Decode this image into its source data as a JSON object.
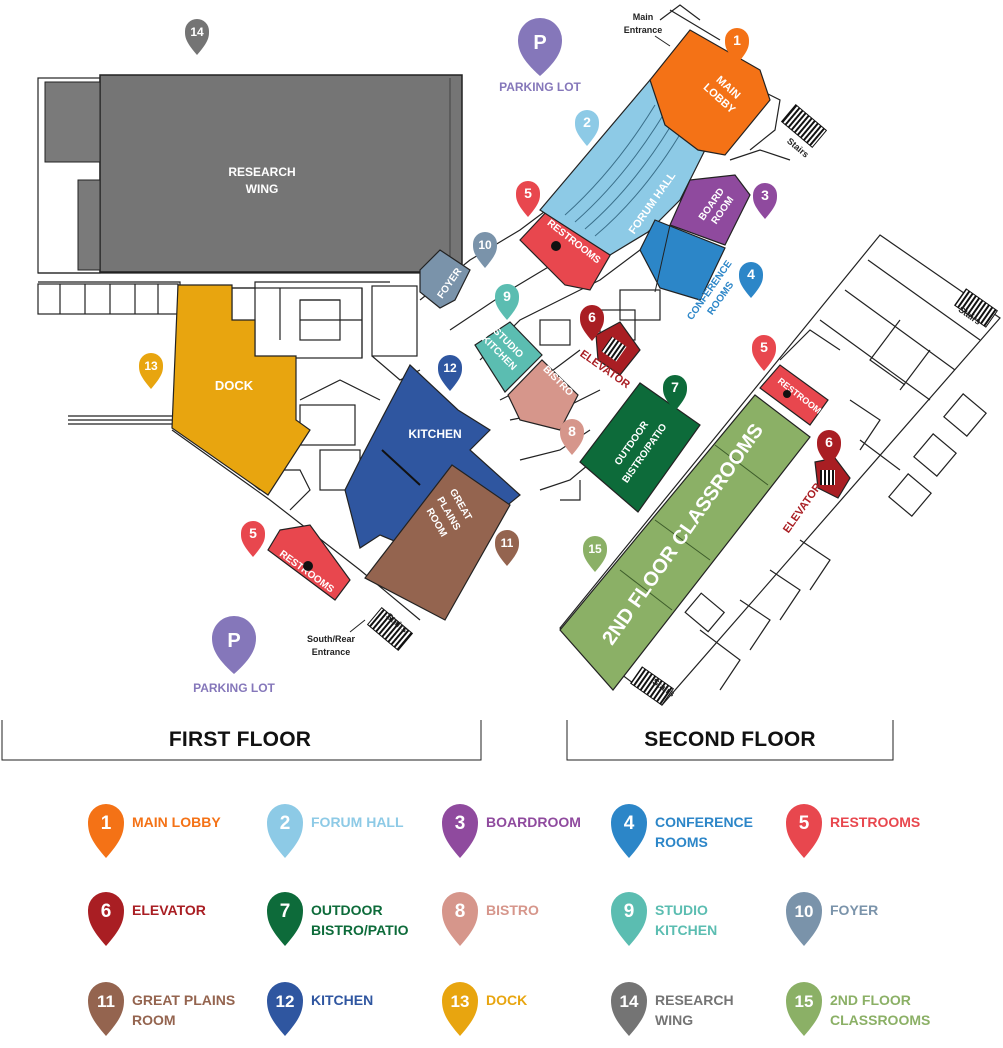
{
  "floors": {
    "first": "FIRST FLOOR",
    "second": "SECOND FLOOR"
  },
  "map_labels": {
    "research_wing_1": "RESEARCH",
    "research_wing_2": "WING",
    "dock": "DOCK",
    "kitchen": "KITCHEN",
    "great_plains_1": "GREAT",
    "great_plains_2": "PLAINS",
    "great_plains_3": "ROOM",
    "main_lobby_1": "MAIN",
    "main_lobby_2": "LOBBY",
    "forum_hall": "FORUM HALL",
    "board_room_1": "BOARD",
    "board_room_2": "ROOM",
    "conference_rooms_1": "CONFERENCE",
    "conference_rooms_2": "ROOMS",
    "restrooms": "RESTROOMS",
    "foyer": "FOYER",
    "studio_kitchen_1": "STUDIO",
    "studio_kitchen_2": "KITCHEN",
    "bistro": "BISTRO",
    "elevator": "ELEVATOR",
    "outdoor_patio_1": "OUTDOOR",
    "outdoor_patio_2": "BISTRO/PATIO",
    "second_floor_classrooms": "2ND FLOOR CLASSROOMS",
    "parking_lot": "PARKING LOT",
    "parking_symbol": "P",
    "main_entrance_1": "Main",
    "main_entrance_2": "Entrance",
    "south_entrance_1": "South/Rear",
    "south_entrance_2": "Entrance",
    "stairs": "Stairs"
  },
  "legend": [
    {
      "num": "1",
      "label": "MAIN LOBBY",
      "color": "#F47216"
    },
    {
      "num": "2",
      "label": "FORUM HALL",
      "color": "#8DCAE6"
    },
    {
      "num": "3",
      "label": "BOARDROOM",
      "color": "#8F4A9E"
    },
    {
      "num": "4",
      "label": "CONFERENCE\nROOMS",
      "color": "#2C86C8"
    },
    {
      "num": "5",
      "label": "RESTROOMS",
      "color": "#E8474E"
    },
    {
      "num": "6",
      "label": "ELEVATOR",
      "color": "#A91E23"
    },
    {
      "num": "7",
      "label": "OUTDOOR\nBISTRO/PATIO",
      "color": "#0D6B3A"
    },
    {
      "num": "8",
      "label": "BISTRO",
      "color": "#D6968B"
    },
    {
      "num": "9",
      "label": "STUDIO\nKITCHEN",
      "color": "#5BBDB1"
    },
    {
      "num": "10",
      "label": "FOYER",
      "color": "#7A93AA"
    },
    {
      "num": "11",
      "label": "GREAT PLAINS\nROOM",
      "color": "#94644F"
    },
    {
      "num": "12",
      "label": "KITCHEN",
      "color": "#2F56A0"
    },
    {
      "num": "13",
      "label": "DOCK",
      "color": "#E8A50F"
    },
    {
      "num": "14",
      "label": "RESEARCH\nWING",
      "color": "#747474"
    },
    {
      "num": "15",
      "label": "2ND FLOOR\nCLASSROOMS",
      "color": "#8BB066"
    }
  ]
}
